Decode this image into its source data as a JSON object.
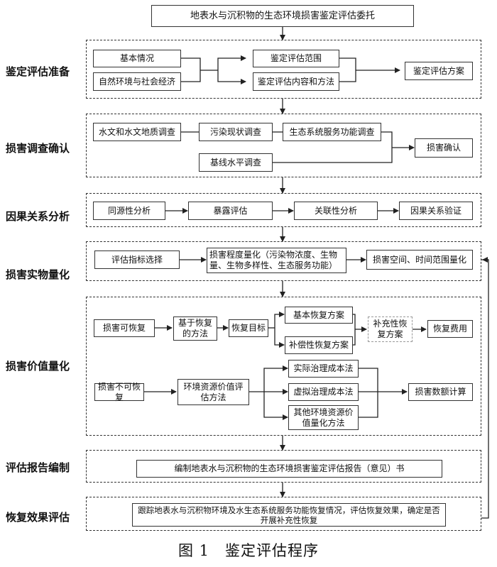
{
  "top": {
    "commission": "地表水与沉积物的生态环境损害鉴定评估委托"
  },
  "stages": {
    "prep": {
      "label": "鉴定评估准备",
      "basic": "基本情况",
      "natural": "自然环境与社会经济",
      "scope": "鉴定评估范围",
      "content": "鉴定评估内容和方法",
      "plan": "鉴定评估方案"
    },
    "survey": {
      "label": "损害调查确认",
      "hydro": "水文和水文地质调查",
      "pollution": "污染现状调查",
      "ecosystem": "生态系统服务功能调查",
      "baseline": "基线水平调查",
      "confirm": "损害确认"
    },
    "causal": {
      "label": "因果关系分析",
      "homology": "同源性分析",
      "exposure": "暴露评估",
      "correlation": "关联性分析",
      "verify": "因果关系验证"
    },
    "physical": {
      "label": "损害实物量化",
      "indicator": "评估指标选择",
      "degree": "损害程度量化（污染物浓度、生物量、生物多样性、生态服务功能）",
      "spatial": "损害空间、时间范围量化"
    },
    "value": {
      "label": "损害价值量化",
      "recoverable": "损害可恢复",
      "restoration_method": "基于恢复的方法",
      "target": "恢复目标",
      "basic_plan": "基本恢复方案",
      "compensatory_plan": "补偿性恢复方案",
      "supplementary_plan": "补充性恢复方案",
      "cost": "恢复费用",
      "unrecoverable": "损害不可恢复",
      "valuation_method": "环境资源价值评估方法",
      "actual_cost": "实际治理成本法",
      "virtual_cost": "虚拟治理成本法",
      "other_methods": "其他环境资源价值量化方法",
      "amount": "损害数额计算"
    },
    "report": {
      "label": "评估报告编制",
      "compile": "编制地表水与沉积物的生态环境损害鉴定评估报告（意见）书"
    },
    "effect": {
      "label": "恢复效果评估",
      "track": "跟踪地表水与沉积物环境及水生态系统服务功能恢复情况，评估恢复效果，确定是否开展补充性恢复"
    }
  },
  "caption": "图 1　鉴定评估程序"
}
